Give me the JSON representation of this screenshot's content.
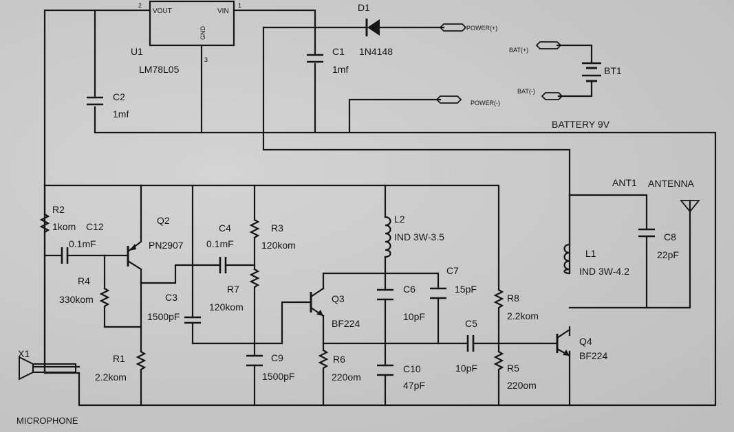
{
  "regulator": {
    "ref": "U1",
    "part": "LM78L05",
    "vout": "VOUT",
    "vin": "VIN",
    "gnd": "GND",
    "pin_out": "2",
    "pin_in": "1",
    "pin_gnd": "3"
  },
  "diode": {
    "ref": "D1",
    "part": "1N4148"
  },
  "connectors": {
    "power_pos": "POWER(+)",
    "power_neg": "POWER(-)",
    "bat_pos": "BAT(+)",
    "bat_neg": "BAT(-)"
  },
  "battery": {
    "ref": "BT1",
    "title": "BATTERY 9V"
  },
  "antenna": {
    "ref": "ANT1",
    "title": "ANTENNA"
  },
  "microphone": {
    "ref": "X1",
    "title": "MICROPHONE"
  },
  "capacitors": {
    "c1": {
      "ref": "C1",
      "value": "1mf"
    },
    "c2": {
      "ref": "C2",
      "value": "1mf"
    },
    "c3": {
      "ref": "C3",
      "value": "1500pF"
    },
    "c4": {
      "ref": "C4",
      "value": "0.1mF"
    },
    "c5": {
      "ref": "C5",
      "value": "10pF"
    },
    "c6": {
      "ref": "C6",
      "value": "10pF"
    },
    "c7": {
      "ref": "C7",
      "value": "15pF"
    },
    "c8": {
      "ref": "C8",
      "value": "22pF"
    },
    "c9": {
      "ref": "C9",
      "value": "1500pF"
    },
    "c10": {
      "ref": "C10",
      "value": "47pF"
    },
    "c12": {
      "ref": "C12",
      "value": "0.1mF"
    }
  },
  "resistors": {
    "r1": {
      "ref": "R1",
      "value": "2.2kom"
    },
    "r2": {
      "ref": "R2",
      "value": "1kom"
    },
    "r3": {
      "ref": "R3",
      "value": "120kom"
    },
    "r4": {
      "ref": "R4",
      "value": "330kom"
    },
    "r5": {
      "ref": "R5",
      "value": "220om"
    },
    "r6": {
      "ref": "R6",
      "value": "220om"
    },
    "r7": {
      "ref": "R7",
      "value": "120kom"
    },
    "r8": {
      "ref": "R8",
      "value": "2.2kom"
    }
  },
  "inductors": {
    "l1": {
      "ref": "L1",
      "value": "IND 3W-4.2"
    },
    "l2": {
      "ref": "L2",
      "value": "IND 3W-3.5"
    }
  },
  "transistors": {
    "q2": {
      "ref": "Q2",
      "part": "PN2907"
    },
    "q3": {
      "ref": "Q3",
      "part": "BF224"
    },
    "q4": {
      "ref": "Q4",
      "part": "BF224"
    }
  }
}
